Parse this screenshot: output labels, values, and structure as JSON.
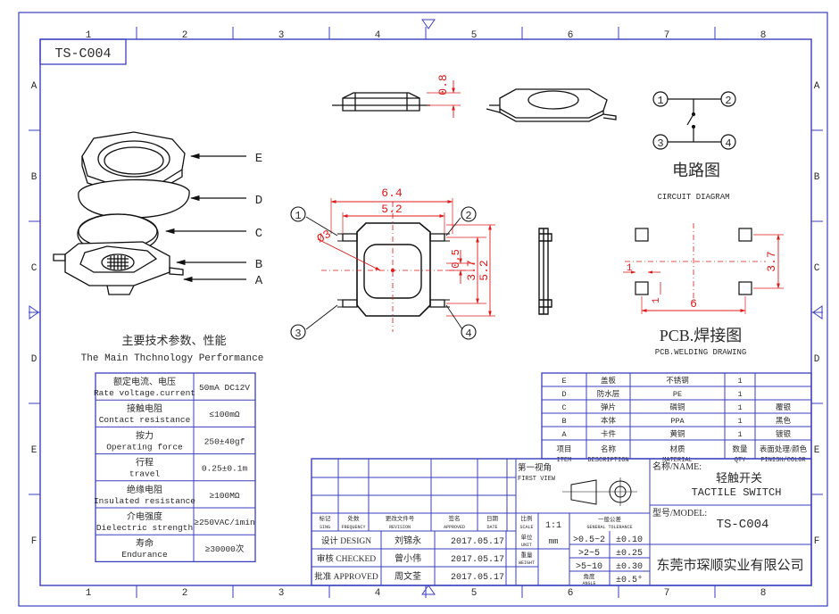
{
  "colors": {
    "frame": "#3a3fbf",
    "dimension": "#e01919",
    "ink": "#111111",
    "text": "#2a2a2a"
  },
  "border": {
    "columns": [
      "1",
      "2",
      "3",
      "4",
      "5",
      "6",
      "7",
      "8"
    ],
    "rows": [
      "A",
      "B",
      "C",
      "D",
      "E",
      "F"
    ]
  },
  "drawing_number_box": "TS-C004",
  "exploded_labels": [
    "E",
    "D",
    "C",
    "B",
    "A"
  ],
  "dimensions": {
    "height": "0.8",
    "width_outer": "6.4",
    "width_inner": "5.2",
    "dia": "Ø3",
    "offset": "0.5",
    "h_inner": "3.7",
    "h_outer": "5.2",
    "pcb_w": "6",
    "pcb_h": "3.7",
    "pcb_pad": "1"
  },
  "pins": [
    "1",
    "2",
    "3",
    "4"
  ],
  "circuit": {
    "title": "电路图",
    "subtitle": "CIRCUIT DIAGRAM",
    "pins": [
      "1",
      "2",
      "3",
      "4"
    ]
  },
  "pcb": {
    "title": "PCB.焊接图",
    "subtitle": "PCB.WELDING DRAWING"
  },
  "performance": {
    "title_cn": "主要技术参数、性能",
    "title_en": "The Main Thchnology Performance",
    "rows": [
      {
        "cn": "额定电流、电压",
        "en": "Rate voltage.current",
        "value": "50mA DC12V"
      },
      {
        "cn": "接触电阻",
        "en": "Contact resistance",
        "value": "≤100mΩ"
      },
      {
        "cn": "按力",
        "en": "Operating force",
        "value": "250±40gf"
      },
      {
        "cn": "行程",
        "en": "travel",
        "value": "0.25±0.1m"
      },
      {
        "cn": "绝缘电阻",
        "en": "Insulated resistance",
        "value": "≥100MΩ"
      },
      {
        "cn": "介电强度",
        "en": "Dielectric strength",
        "value": "≥250VAC/1min"
      },
      {
        "cn": "寿命",
        "en": "Endurance",
        "value": "≥30000次"
      }
    ]
  },
  "bom": {
    "rows": [
      {
        "item": "E",
        "desc": "盖板",
        "material": "不锈钢",
        "qty": "1",
        "finish": ""
      },
      {
        "item": "D",
        "desc": "防水层",
        "material": "PE",
        "qty": "1",
        "finish": ""
      },
      {
        "item": "C",
        "desc": "弹片",
        "material": "磷铜",
        "qty": "1",
        "finish": "覆银"
      },
      {
        "item": "B",
        "desc": "本体",
        "material": "PPA",
        "qty": "1",
        "finish": "黑色"
      },
      {
        "item": "A",
        "desc": "卡件",
        "material": "黄铜",
        "qty": "1",
        "finish": "镀银"
      }
    ],
    "header": {
      "item_cn": "项目",
      "item_en": "ITEM",
      "desc_cn": "名称",
      "desc_en": "DESCRIPTION",
      "material_cn": "材质",
      "material_en": "MATERIAL",
      "qty_cn": "数量",
      "qty_en": "QTY",
      "finish_cn": "表面处理/颜色",
      "finish_en": "FINISH/COLOR"
    }
  },
  "title_block": {
    "rev_header": [
      {
        "cn": "标记",
        "en": "SING"
      },
      {
        "cn": "处数",
        "en": "FREQUENCY"
      },
      {
        "cn": "更改文件号",
        "en": "REVISION"
      },
      {
        "cn": "签名",
        "en": "APPROVED"
      },
      {
        "cn": "日期",
        "en": "DATE"
      },
      {
        "cn": "比例",
        "en": "SCALE"
      }
    ],
    "first_view_cn": "第一视角",
    "first_view_en": "FIRST VIEW",
    "scale": "1:1",
    "tolerance_cn": "一般公差",
    "tolerance_en": "GENERAL TOLERANCE",
    "unit_cn": "单位",
    "unit_en": "UNIT",
    "unit_value": "mm",
    "weight_cn": "重量",
    "weight_en": "WEIGHT",
    "angle_cn": "角度",
    "angle_en": "ANGLE",
    "tolerances": [
      {
        "range": ">0.5~2",
        "tol": "±0.10"
      },
      {
        "range": ">2~5",
        "tol": "±0.25"
      },
      {
        "range": ">5~10",
        "tol": "±0.30"
      },
      {
        "range": "",
        "tol": "±0.5°"
      }
    ],
    "signers": [
      {
        "role": "设计 DESIGN",
        "name": "刘锦永",
        "date": "2017.05.17"
      },
      {
        "role": "审核 CHECKED",
        "name": "曾小伟",
        "date": "2017.05.17"
      },
      {
        "role": "批准 APPROVED",
        "name": "周文荃",
        "date": "2017.05.17"
      }
    ],
    "name_label": "名称/NAME:",
    "name_cn": "轻触开关",
    "name_en": "TACTILE SWITCH",
    "model_label": "型号/MODEL:",
    "model": "TS-C004",
    "company": "东莞市琛顺实业有限公司"
  }
}
